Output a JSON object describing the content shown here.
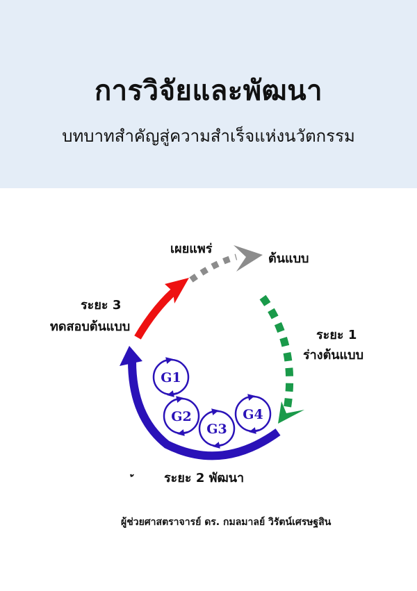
{
  "cover": {
    "title": "การวิจัยและพัฒนา",
    "subtitle": "บทบาทสำคัญสู่ความสำเร็จแห่งนวัตกรรม",
    "author": "ผู้ช่วยศาสตราจารย์ ดร. กมลมาลย์ วิรัตน์เศรษฐสิน"
  },
  "diagram": {
    "disseminate_label": "เผยแพร่",
    "prototype_label": "ต้นแบบ",
    "phase1": {
      "label": "ระยะ 1",
      "desc": "ร่างต้นแบบ"
    },
    "phase2": {
      "label": "ระยะ 2 พัฒนา",
      "stray": "้"
    },
    "phase3": {
      "label": "ระยะ 3",
      "desc": "ทดสอบต้นแบบ"
    },
    "cycles": [
      "G1",
      "G2",
      "G3",
      "G4"
    ],
    "colors": {
      "phase1": "#1a9a4a",
      "phase2": "#2a12b8",
      "phase3": "#ee1111",
      "disseminate": "#8c8c8c",
      "header_bg": "#e4edf7"
    }
  }
}
